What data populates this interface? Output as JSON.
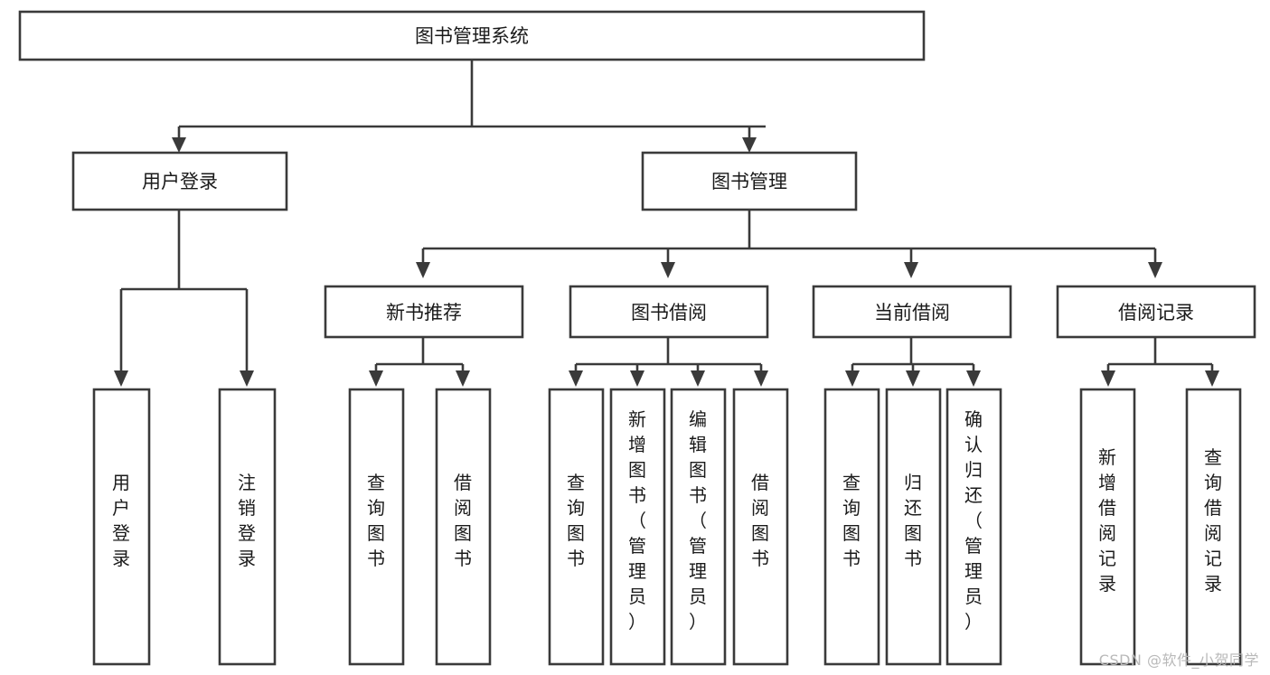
{
  "diagram": {
    "type": "tree-hierarchy",
    "title": "图书管理系统",
    "watermark": "CSDN @软件_小贺同学",
    "colors": {
      "stroke": "#3a3a3a",
      "fill": "#ffffff",
      "text": "#1a1a1a",
      "watermark": "#b9b9b9"
    },
    "levels": {
      "root": {
        "label": "图书管理系统"
      },
      "level2": [
        {
          "label": "用户登录"
        },
        {
          "label": "图书管理"
        }
      ],
      "level3": [
        {
          "label": "新书推荐"
        },
        {
          "label": "图书借阅"
        },
        {
          "label": "当前借阅"
        },
        {
          "label": "借阅记录"
        }
      ],
      "leaves": [
        {
          "label": "用户登录",
          "parent": "用户登录"
        },
        {
          "label": "注销登录",
          "parent": "用户登录"
        },
        {
          "label": "查询图书",
          "parent": "新书推荐"
        },
        {
          "label": "借阅图书",
          "parent": "新书推荐"
        },
        {
          "label": "查询图书",
          "parent": "图书借阅"
        },
        {
          "label": "新增图书（管理员）",
          "parent": "图书借阅"
        },
        {
          "label": "编辑图书（管理员）",
          "parent": "图书借阅"
        },
        {
          "label": "借阅图书",
          "parent": "图书借阅"
        },
        {
          "label": "查询图书",
          "parent": "当前借阅"
        },
        {
          "label": "归还图书",
          "parent": "当前借阅"
        },
        {
          "label": "确认归还（管理员）",
          "parent": "当前借阅"
        },
        {
          "label": "新增借阅记录",
          "parent": "借阅记录"
        },
        {
          "label": "查询借阅记录",
          "parent": "借阅记录"
        }
      ]
    }
  }
}
